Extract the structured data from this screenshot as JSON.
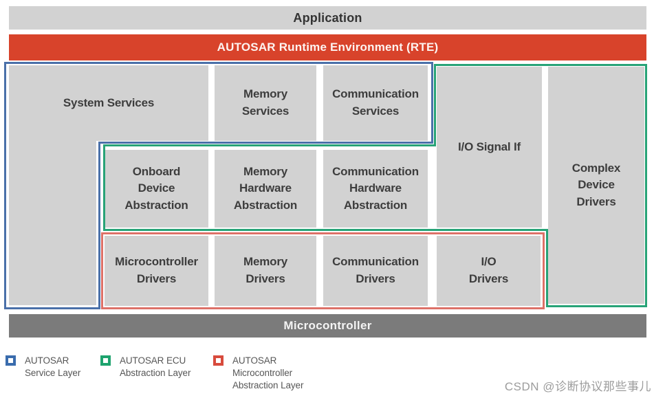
{
  "bars": {
    "application": "Application",
    "rte": "AUTOSAR Runtime Environment (RTE)",
    "microcontroller": "Microcontroller"
  },
  "blocks": {
    "system_services": "System Services",
    "memory_services": "Memory\nServices",
    "communication_services": "Communication\nServices",
    "io_signal_if": "I/O Signal If",
    "complex_device_drivers": "Complex\nDevice\nDrivers",
    "onboard_device_abstraction": "Onboard\nDevice\nAbstraction",
    "memory_hardware_abstraction": "Memory\nHardware\nAbstraction",
    "communication_hardware_abstraction": "Communication\nHardware\nAbstraction",
    "microcontroller_drivers": "Microcontroller\nDrivers",
    "memory_drivers": "Memory\nDrivers",
    "communication_drivers": "Communication\nDrivers",
    "io_drivers": "I/O\nDrivers"
  },
  "legend": {
    "items": [
      {
        "swatch": "blue-outline-square",
        "label": "AUTOSAR\nService Layer"
      },
      {
        "swatch": "green-outline-square",
        "label": "AUTOSAR ECU\nAbstraction Layer"
      },
      {
        "swatch": "red-outline-square",
        "label": "AUTOSAR\nMicrocontroller\nAbstraction Layer"
      }
    ]
  },
  "watermark": "CSDN @诊断协议那些事儿",
  "colors": {
    "rte_red": "#d8432b",
    "service_layer_blue": "#4a70a9",
    "ecu_abstraction_green": "#27a377",
    "mcal_red": "#dd7168",
    "legend_blue": "#3a6cad",
    "legend_green": "#1ea36e",
    "legend_red": "#d84b3d",
    "cell_gray": "#d2d2d2",
    "microcontroller_gray": "#7b7b7b",
    "label_ink": "#3d3d3d"
  }
}
